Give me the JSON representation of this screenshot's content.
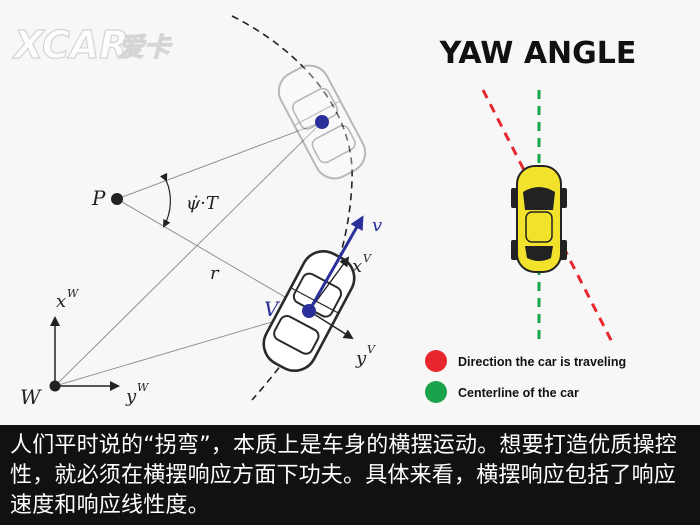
{
  "watermark": {
    "brand": "XCAR",
    "suffix": "爱卡"
  },
  "title": "YAW ANGLE",
  "labels": {
    "P": "P",
    "yaw_rate": "ψ̇·T",
    "r": "r",
    "v": "v",
    "xV": "x",
    "xV_sup": "V",
    "yV": "y",
    "yV_sup": "V",
    "V": "V",
    "xW": "x",
    "xW_sup": "W",
    "yW": "y",
    "yW_sup": "W",
    "W": "W"
  },
  "legend": [
    {
      "label": "Direction the car is traveling",
      "color": "#e8262e"
    },
    {
      "label": "Centerline of the car",
      "color": "#1aa34a"
    }
  ],
  "colors": {
    "accent_blue": "#2b2f9a",
    "car_yellow": "#f2e22b",
    "red_line": "#e8262e",
    "green_line": "#1aa34a",
    "caption_bg": "#111111"
  },
  "caption": "人们平时说的“拐弯”，本质上是车身的横摆运动。想要打造优质操控性，就必须在横摆响应方面下功夫。具体来看，横摆响应包括了响应速度和响应线性度。"
}
